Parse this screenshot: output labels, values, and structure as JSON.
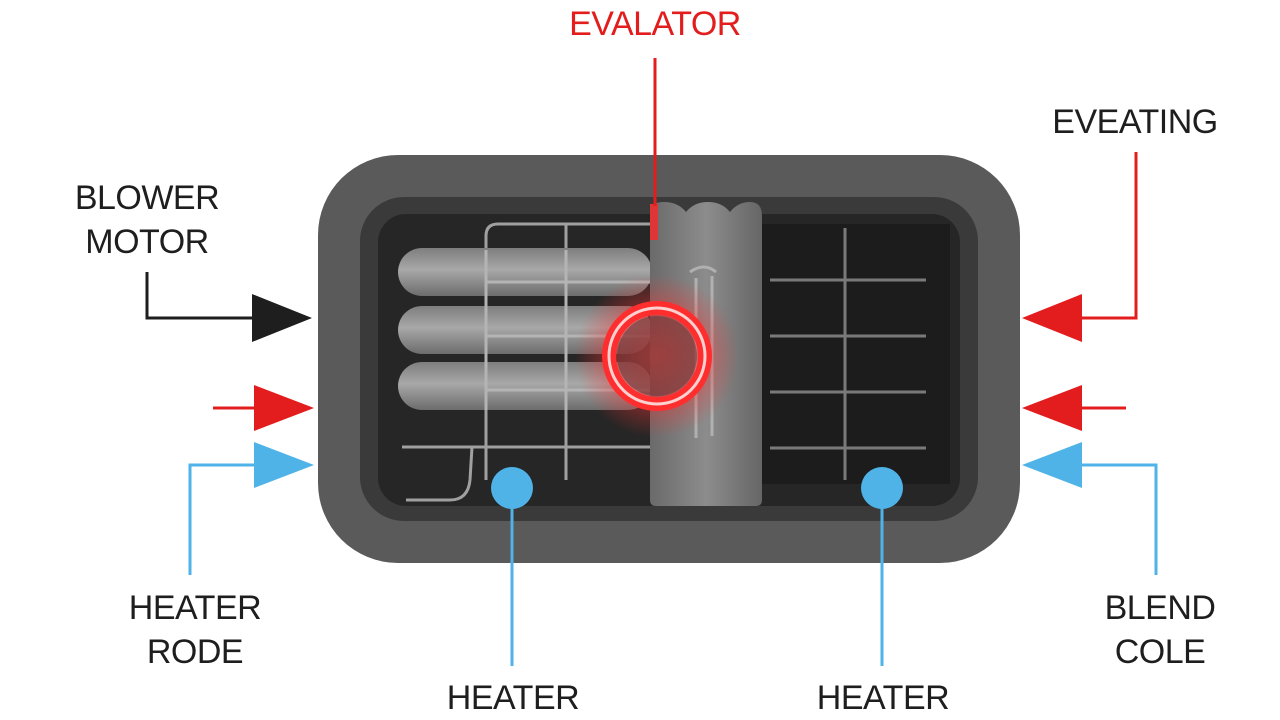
{
  "labels": {
    "evaporator_top": "EVALATOR",
    "eveating": "EVEATING",
    "blower_motor_line1": "BLOWER",
    "blower_motor_line2": "MOTOR",
    "heater_rode_line1": "HEATER",
    "heater_rode_line2": "RODE",
    "heater_bottom_left": "HEATER",
    "heater_bottom_right": "HEATER",
    "blend_cole_line1": "BLEND",
    "blend_cole_line2": "COLE"
  },
  "colors": {
    "red": "#e31d1d",
    "blue": "#4fb3e8",
    "dark": "#1e1e1e",
    "housing": "#585858",
    "interior": "#2a2a2a",
    "grid": "#9a9a9a",
    "pipe": "#8e8e8e"
  }
}
